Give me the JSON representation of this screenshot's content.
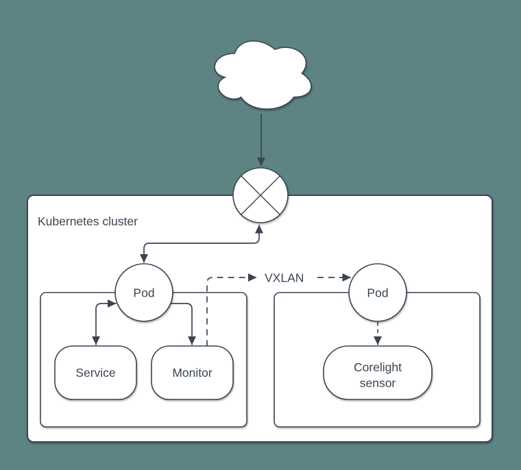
{
  "colors": {
    "background": "#5d8383",
    "shape_fill": "#ffffff",
    "stroke": "#3a4452"
  },
  "cluster": {
    "title": "Kubernetes cluster"
  },
  "nodes": {
    "pod_left": "Pod",
    "pod_right": "Pod",
    "service": "Service",
    "monitor": "Monitor",
    "corelight_line1": "Corelight",
    "corelight_line2": "sensor"
  },
  "edges": {
    "vxlan": "VXLAN"
  }
}
